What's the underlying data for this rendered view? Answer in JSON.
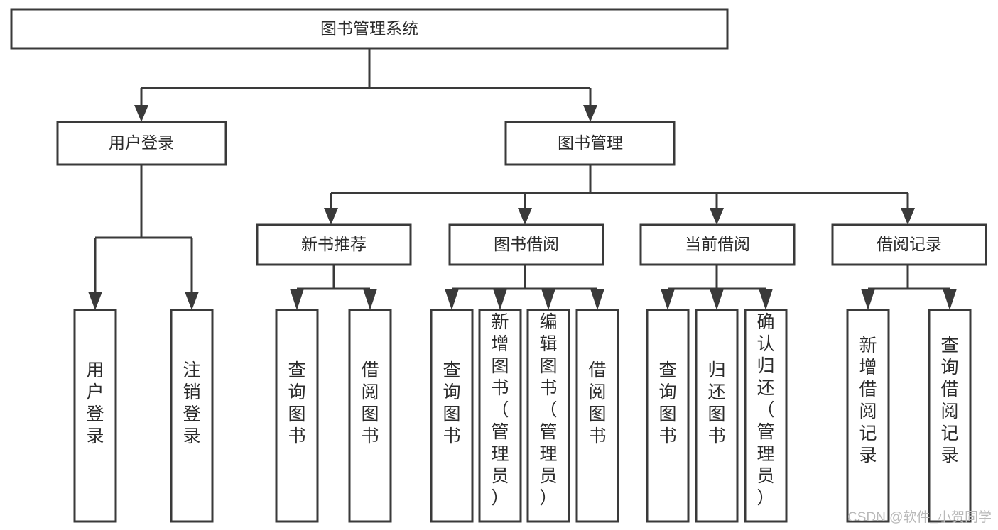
{
  "diagram": {
    "title": "图书管理系统",
    "type": "hierarchy-tree",
    "root": {
      "label": "图书管理系统",
      "orientation": "horizontal"
    },
    "level2": [
      {
        "label": "用户登录",
        "orientation": "horizontal"
      },
      {
        "label": "图书管理",
        "orientation": "horizontal"
      }
    ],
    "level3": [
      {
        "label": "新书推荐",
        "orientation": "horizontal"
      },
      {
        "label": "图书借阅",
        "orientation": "horizontal"
      },
      {
        "label": "当前借阅",
        "orientation": "horizontal"
      },
      {
        "label": "借阅记录",
        "orientation": "horizontal"
      }
    ],
    "leaves": {
      "user_login": [
        {
          "label": "用户登录",
          "chars": [
            "用",
            "户",
            "登",
            "录"
          ]
        },
        {
          "label": "注销登录",
          "chars": [
            "注",
            "销",
            "登",
            "录"
          ]
        }
      ],
      "new_book_recommend": [
        {
          "label": "查询图书",
          "chars": [
            "查",
            "询",
            "图",
            "书"
          ]
        },
        {
          "label": "借阅图书",
          "chars": [
            "借",
            "阅",
            "图",
            "书"
          ]
        }
      ],
      "book_borrow": [
        {
          "label": "查询图书",
          "chars": [
            "查",
            "询",
            "图",
            "书"
          ]
        },
        {
          "label": "新增图书（管理员）",
          "chars": [
            "新",
            "增",
            "图",
            "书",
            "（",
            "管",
            "理",
            "员",
            "）"
          ]
        },
        {
          "label": "编辑图书（管理员）",
          "chars": [
            "编",
            "辑",
            "图",
            "书",
            "（",
            "管",
            "理",
            "员",
            "）"
          ]
        },
        {
          "label": "借阅图书",
          "chars": [
            "借",
            "阅",
            "图",
            "书"
          ]
        }
      ],
      "current_borrow": [
        {
          "label": "查询图书",
          "chars": [
            "查",
            "询",
            "图",
            "书"
          ]
        },
        {
          "label": "归还图书",
          "chars": [
            "归",
            "还",
            "图",
            "书"
          ]
        },
        {
          "label": "确认归还（管理员）",
          "chars": [
            "确",
            "认",
            "归",
            "还",
            "（",
            "管",
            "理",
            "员",
            "）"
          ]
        }
      ],
      "borrow_record": [
        {
          "label": "新增借阅记录",
          "chars": [
            "新",
            "增",
            "借",
            "阅",
            "记",
            "录"
          ]
        },
        {
          "label": "查询借阅记录",
          "chars": [
            "查",
            "询",
            "借",
            "阅",
            "记",
            "录"
          ]
        }
      ]
    },
    "colors": {
      "background": "#ffffff",
      "box_fill": "#ffffff",
      "stroke": "#3a3a3a",
      "text": "#2b2b2b",
      "watermark": "#b9b9b9"
    }
  },
  "watermark": {
    "text": "CSDN @软件_小贺同学"
  }
}
